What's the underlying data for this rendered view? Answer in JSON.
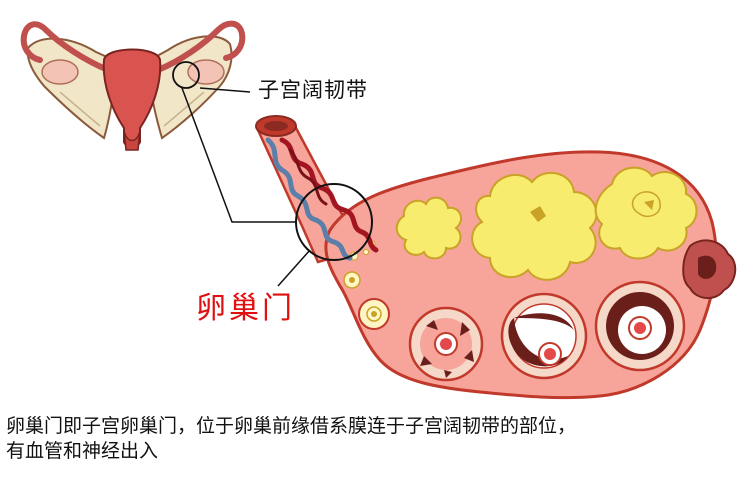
{
  "labels": {
    "ligament": "子宫阔韧带",
    "hilum": "卵巢门"
  },
  "caption": {
    "line1": "卵巢门即子宫卵巢门，位于卵巢前缘借系膜连于子宫阔韧带的部位，",
    "line2": "有血管和神经出入"
  },
  "colors": {
    "uterus": "#d9534f",
    "ligament_tissue": "#f2e6c9",
    "ovary_outline": "#c0392b",
    "ovary_fill": "#f7a49a",
    "follicle_yellow": "#f7ec6e",
    "hilum_label": "#e01010",
    "artery": "#a31621",
    "vein": "#5b7fa8"
  }
}
